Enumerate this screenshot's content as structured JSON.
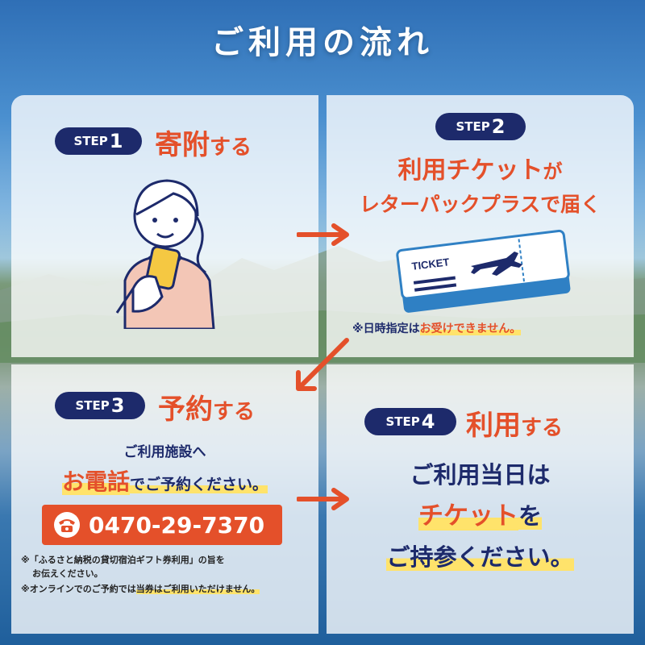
{
  "title": "ご利用の流れ",
  "step1": {
    "badge_word": "STEP",
    "badge_num": "1",
    "heading": "寄附",
    "heading_suffix": "する"
  },
  "step2": {
    "badge_word": "STEP",
    "badge_num": "2",
    "heading_line1": "利用チケット",
    "heading_line1_suffix": "が",
    "heading_line2": "レターパックプラスで届く",
    "ticket_label": "TICKET",
    "note_prefix": "※日時指定は",
    "note_emph": "お受けできません。"
  },
  "step3": {
    "badge_word": "STEP",
    "badge_num": "3",
    "heading": "予約",
    "heading_suffix": "する",
    "line1": "ご利用施設へ",
    "line2_emph": "お電話",
    "line2_rest": "でご予約ください。",
    "phone": "0470-29-7370",
    "note1": "※「ふるさと納税の貸切宿泊ギフト券利用」の旨を",
    "note2": "お伝えください。",
    "note3_prefix": "※オンラインでのご予約では",
    "note3_emph": "当券はご利用いただけません。"
  },
  "step4": {
    "badge_word": "STEP",
    "badge_num": "4",
    "heading": "利用",
    "heading_suffix": "する",
    "line1": "ご利用当日は",
    "line2_emph": "チケット",
    "line2_rest": "を",
    "line3": "ご持参ください。"
  },
  "colors": {
    "navy": "#1d2a6b",
    "orange": "#e4502a",
    "highlight": "#ffe36b",
    "ticket_blue": "#2f80c4"
  },
  "icons": [
    "person-with-phone-icon",
    "ticket-icon",
    "airplane-icon",
    "telephone-icon",
    "arrow-right-icon",
    "arrow-down-left-icon"
  ]
}
